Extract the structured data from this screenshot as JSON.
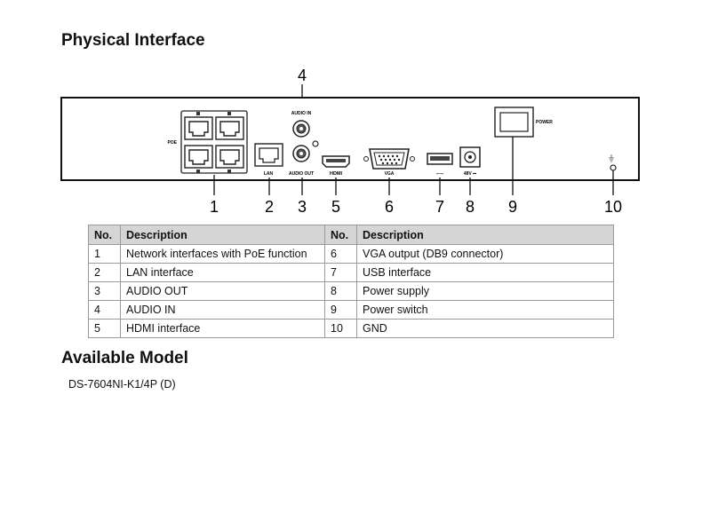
{
  "headings": {
    "physical_interface": "Physical Interface",
    "available_model": "Available Model"
  },
  "panel": {
    "port_labels": {
      "poe": "POE",
      "lan": "LAN",
      "audio_in": "AUDIO IN",
      "audio_out": "AUDIO OUT",
      "hdmi": "HDMI",
      "vga": "VGA",
      "power_supply": "48V ⎓",
      "power": "POWER",
      "usb": "⭠⭢"
    },
    "callouts": [
      "1",
      "2",
      "3",
      "4",
      "5",
      "6",
      "7",
      "8",
      "9",
      "10"
    ]
  },
  "table": {
    "headers": [
      "No.",
      "Description",
      "No.",
      "Description"
    ],
    "rows": [
      [
        "1",
        "Network interfaces with PoE function",
        "6",
        "VGA output (DB9 connector)"
      ],
      [
        "2",
        "LAN interface",
        "7",
        "USB interface"
      ],
      [
        "3",
        "AUDIO OUT",
        "8",
        "Power supply"
      ],
      [
        "4",
        "AUDIO IN",
        "9",
        "Power switch"
      ],
      [
        "5",
        "HDMI interface",
        "10",
        "GND"
      ]
    ]
  },
  "model": "DS-7604NI-K1/4P (D)"
}
